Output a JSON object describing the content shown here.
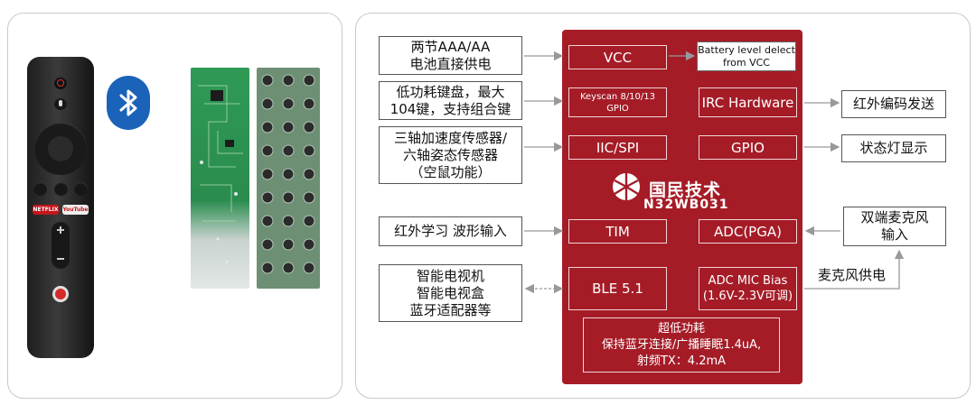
{
  "left_boxes": [
    {
      "id": "power",
      "text": "两节AAA/AA\n电池直接供电"
    },
    {
      "id": "keyboard",
      "text": "低功耗键盘，最大\n104键，支持组合键"
    },
    {
      "id": "sensor",
      "text": "三轴加速度传感器/\n六轴姿态传感器\n（空鼠功能）"
    },
    {
      "id": "ir_learn",
      "text": "红外学习 波形输入"
    },
    {
      "id": "devices",
      "text": "智能电视机\n智能电视盒\n蓝牙适配器等"
    }
  ],
  "chip": {
    "brand": "国民技术",
    "model": "N32WB031",
    "blocks": {
      "vcc": "VCC",
      "keyscan": "Keyscan 8/10/13\nGPIO",
      "iic": "IIC/SPI",
      "tim": "TIM",
      "ble": "BLE 5.1",
      "irc": "IRC Hardware",
      "gpio": "GPIO",
      "adc": "ADC(PGA)",
      "adcmic": "ADC MIC Bias\n(1.6V-2.3V可调)",
      "lowpower": "超低功耗\n保持蓝牙连接/广播睡眠1.4uA,\n射频TX：4.2mA"
    }
  },
  "battery_box": "Battery level delect\nfrom VCC",
  "right_boxes": [
    {
      "id": "ir_encode",
      "text": "红外编码发送"
    },
    {
      "id": "status_led",
      "text": "状态灯显示"
    },
    {
      "id": "dual_mic",
      "text": "双端麦克风\n输入"
    }
  ],
  "mic_power": "麦克风供电",
  "remote_labels": {
    "netflix": "NETFLIX",
    "youtube": "YouTube"
  },
  "colors": {
    "chip": "#a51c27",
    "bluetooth": "#1b63b8",
    "pcb": "#2a8c4e"
  }
}
